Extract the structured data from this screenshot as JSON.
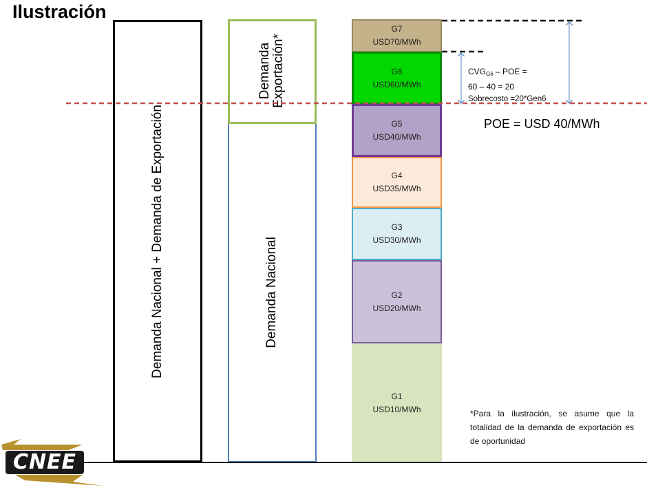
{
  "title": "Ilustración",
  "bars": {
    "total_label": "Demanda Nacional + Demanda de Exportación",
    "export_label_line1": "Demanda",
    "export_label_line2": "Exportación*",
    "national_label": "Demanda Nacional"
  },
  "generators": [
    {
      "name": "G7",
      "price": "USD70/MWh",
      "fill": "#c4b28a",
      "border": "#9a8a5e"
    },
    {
      "name": "G6",
      "price": "USD60/MWh",
      "fill": "#00d800",
      "border": "#0b8a0b"
    },
    {
      "name": "G5",
      "price": "USD40/MWh",
      "fill": "#b3a2c7",
      "border": "#6f3c98"
    },
    {
      "name": "G4",
      "price": "USD35/MWh",
      "fill": "#fde9d9",
      "border": "#f79646"
    },
    {
      "name": "G3",
      "price": "USD30/MWh",
      "fill": "#dbeef4",
      "border": "#4bacc6"
    },
    {
      "name": "G2",
      "price": "USD20/MWh",
      "fill": "#ccc1da",
      "border": "#7a5d9a"
    },
    {
      "name": "G1",
      "price": "USD10/MWh",
      "fill": "#d7e4bd",
      "border": "#a6bf74"
    }
  ],
  "calc": {
    "line1_prefix": "CVG",
    "line1_sub": "G6",
    "line1_suffix": " – POE =",
    "line2": "60 – 40 = 20",
    "line3": "Sobrecosto =20*Gen6"
  },
  "poe_label": "POE = USD 40/MWh",
  "footnote": "*Para la ilustración, se asume que la totalidad de la demanda de exportación es de oportunidad",
  "logo": {
    "text": "CNEE",
    "icon": "lightning-bolt-icon"
  },
  "colors": {
    "poe_line": "#c0504d",
    "arrow": "#4f81bd",
    "export_border": "#9bbb59",
    "national_border": "#4f81bd"
  }
}
